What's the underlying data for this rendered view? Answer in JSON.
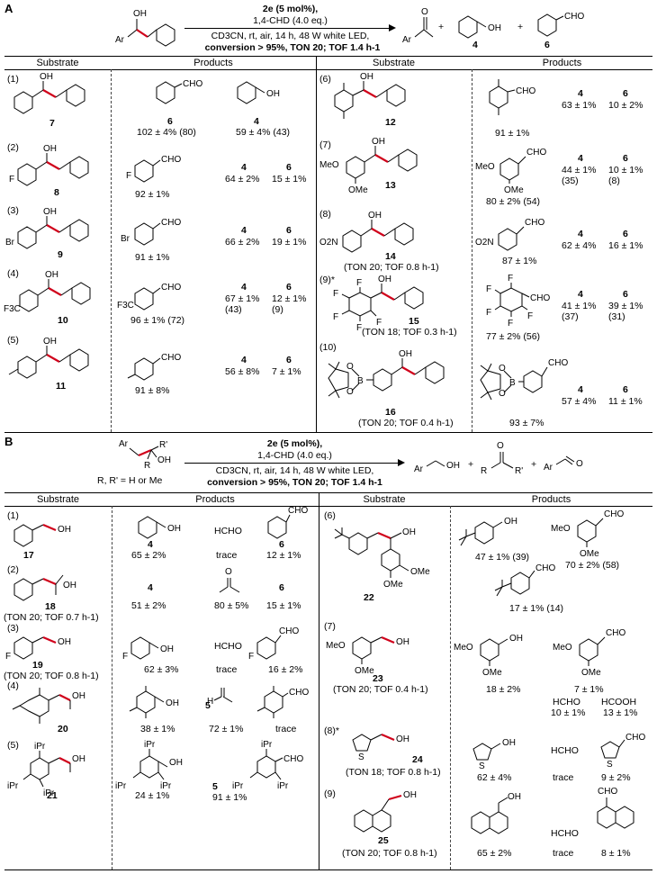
{
  "panelA": {
    "label": "A",
    "conditions": {
      "catalyst": "2e (5 mol%),",
      "additive": "1,4-CHD (4.0 eq.)",
      "solvent": "CD3CN, rt, air, 14 h, 48 W white LED,",
      "result": "conversion > 95%, TON 20; TOF 1.4 h-1"
    },
    "product_labels": [
      "4",
      "6"
    ],
    "plus": "+",
    "headers": [
      "Substrate",
      "Products",
      "Substrate",
      "Products"
    ],
    "entries": [
      {
        "n": "(1)",
        "cmpd": "7",
        "p1": "6",
        "p1v": "102 ± 4% (80)",
        "p2": "4",
        "p2v": "59 ± 4% (43)"
      },
      {
        "n": "(2)",
        "cmpd": "8",
        "main": "92 ± 1%",
        "c4": "4",
        "c4v": "64 ± 2%",
        "c6": "6",
        "c6v": "15 ± 1%"
      },
      {
        "n": "(3)",
        "cmpd": "9",
        "main": "91 ± 1%",
        "c4": "4",
        "c4v": "66 ± 2%",
        "c6": "6",
        "c6v": "19 ± 1%"
      },
      {
        "n": "(4)",
        "cmpd": "10",
        "main": "96 ± 1% (72)",
        "c4": "4",
        "c4v": "67 ± 1%",
        "c4b": "(43)",
        "c6": "6",
        "c6v": "12 ± 1%",
        "c6b": "(9)"
      },
      {
        "n": "(5)",
        "cmpd": "11",
        "main": "91 ± 8%",
        "c4": "4",
        "c4v": "56 ± 8%",
        "c6": "6",
        "c6v": "7 ± 1%"
      },
      {
        "n": "(6)",
        "cmpd": "12",
        "main": "91 ± 1%",
        "c4": "4",
        "c4v": "63 ± 1%",
        "c6": "6",
        "c6v": "10 ± 2%"
      },
      {
        "n": "(7)",
        "cmpd": "13",
        "main": "80 ± 2% (54)",
        "c4": "4",
        "c4v": "44 ± 1%",
        "c4b": "(35)",
        "c6": "6",
        "c6v": "10 ± 1%",
        "c6b": "(8)"
      },
      {
        "n": "(8)",
        "cmpd": "14",
        "ton": "(TON 20; TOF 0.8 h-1)",
        "main": "87 ± 1%",
        "c4": "4",
        "c4v": "62 ± 4%",
        "c6": "6",
        "c6v": "16 ± 1%"
      },
      {
        "n": "(9)*",
        "cmpd": "15",
        "ton": "(TON 18; TOF 0.3 h-1)",
        "main": "77 ± 2% (56)",
        "c4": "4",
        "c4v": "41 ± 1%",
        "c4b": "(37)",
        "c6": "6",
        "c6v": "39 ± 1%",
        "c6b": "(31)"
      },
      {
        "n": "(10)",
        "cmpd": "16",
        "ton": "(TON 20; TOF 0.4 h-1)",
        "main": "93 ± 7%",
        "c4": "4",
        "c4v": "57 ± 4%",
        "c6": "6",
        "c6v": "11 ± 1%"
      }
    ]
  },
  "panelB": {
    "label": "B",
    "conditions": {
      "catalyst": "2e (5 mol%),",
      "additive": "1,4-CHD (4.0 eq.)",
      "solvent": "CD3CN, rt, air, 14 h, 48 W white LED,",
      "result": "conversion > 95%, TON 20; TOF 1.4 h-1"
    },
    "rgroup": "R, R' = H or Me",
    "headers": [
      "Substrate",
      "Products",
      "Substrate",
      "Products"
    ],
    "entries": [
      {
        "n": "(1)",
        "cmpd": "17",
        "a": "4",
        "av": "65 ± 2%",
        "mid": "HCHO",
        "midv": "trace",
        "c": "6",
        "cv": "12 ± 1%"
      },
      {
        "n": "(2)",
        "cmpd": "18",
        "ton": "(TON 20; TOF 0.7 h-1)",
        "a": "4",
        "av": "51 ± 2%",
        "midv": "80 ± 5%",
        "c": "6",
        "cv": "15 ± 1%"
      },
      {
        "n": "(3)",
        "cmpd": "19",
        "ton": "(TON 20; TOF 0.8 h-1)",
        "av": "62 ± 3%",
        "mid": "HCHO",
        "midv": "trace",
        "cv": "16 ± 2%"
      },
      {
        "n": "(4)",
        "cmpd": "20",
        "av": "38 ± 1%",
        "mid": "5",
        "midv": "72 ± 1%",
        "cv": "trace"
      },
      {
        "n": "(5)",
        "cmpd": "21",
        "av": "24 ± 1%",
        "mid": "5",
        "midv": "91 ± 1%",
        "cv": ""
      },
      {
        "n": "(6)",
        "cmpd": "22",
        "av": "47 ± 1% (39)",
        "cv": "70 ± 2% (58)",
        "dv": "17 ± 1% (14)"
      },
      {
        "n": "(7)",
        "cmpd": "23",
        "ton": "(TON 20; TOF 0.4 h-1)",
        "av": "18 ± 2%",
        "cv": "7 ± 1%",
        "e1": "HCHO",
        "e1v": "10 ± 1%",
        "e2": "HCOOH",
        "e2v": "13 ± 1%"
      },
      {
        "n": "(8)*",
        "cmpd": "24",
        "ton": "(TON 18; TOF 0.8 h-1)",
        "av": "62 ± 4%",
        "mid": "HCHO",
        "midv": "trace",
        "cv": "9 ± 2%"
      },
      {
        "n": "(9)",
        "cmpd": "25",
        "ton": "(TON 20; TOF 0.8 h-1)",
        "av": "65 ± 2%",
        "mid": "HCHO",
        "midv": "trace",
        "cv": "8 ± 1%"
      }
    ]
  },
  "atoms": {
    "OH": "OH",
    "CHO": "CHO",
    "F": "F",
    "Br": "Br",
    "F3C": "F3C",
    "MeO": "MeO",
    "OMe": "OMe",
    "O2N": "O2N",
    "Ar": "Ar",
    "O": "O",
    "B": "B",
    "S": "S",
    "iPr": "iPr",
    "R": "R",
    "R'": "R'",
    "H": "H"
  }
}
